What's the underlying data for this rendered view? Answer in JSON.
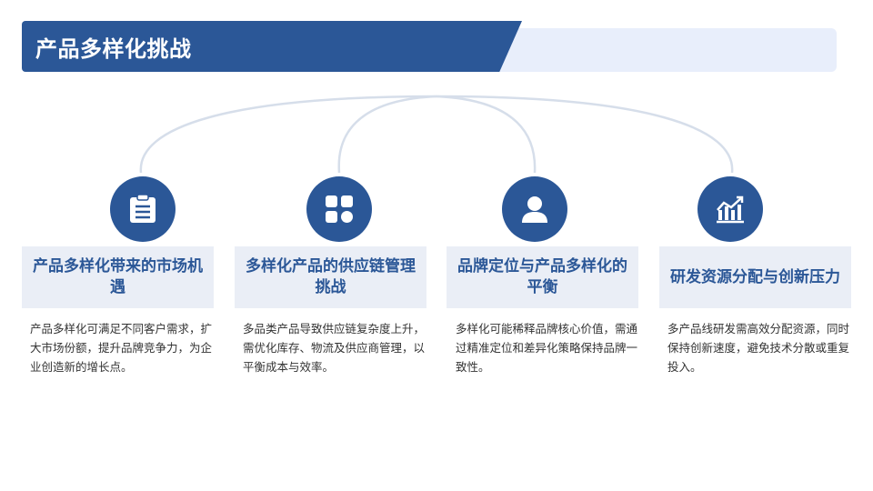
{
  "header": {
    "title": "产品多样化挑战"
  },
  "cards": [
    {
      "icon": "clipboard-icon",
      "title": "产品多样化带来的市场机遇",
      "desc": "产品多样化可满足不同客户需求，扩大市场份额，提升品牌竞争力，为企业创造新的增长点。"
    },
    {
      "icon": "grid-icon",
      "title": "多样化产品的供应链管理挑战",
      "desc": "多品类产品导致供应链复杂度上升，需优化库存、物流及供应商管理，以平衡成本与效率。"
    },
    {
      "icon": "user-icon",
      "title": "品牌定位与产品多样化的平衡",
      "desc": "多样化可能稀释品牌核心价值，需通过精准定位和差异化策略保持品牌一致性。"
    },
    {
      "icon": "chart-growth-icon",
      "title": "研发资源分配与创新压力",
      "desc": "多产品线研发需高效分配资源，同时保持创新速度，避免技术分散或重复投入。"
    }
  ],
  "colors": {
    "primary": "#2B5797",
    "light": "#E8EEFB",
    "box": "#EAEEF6"
  }
}
